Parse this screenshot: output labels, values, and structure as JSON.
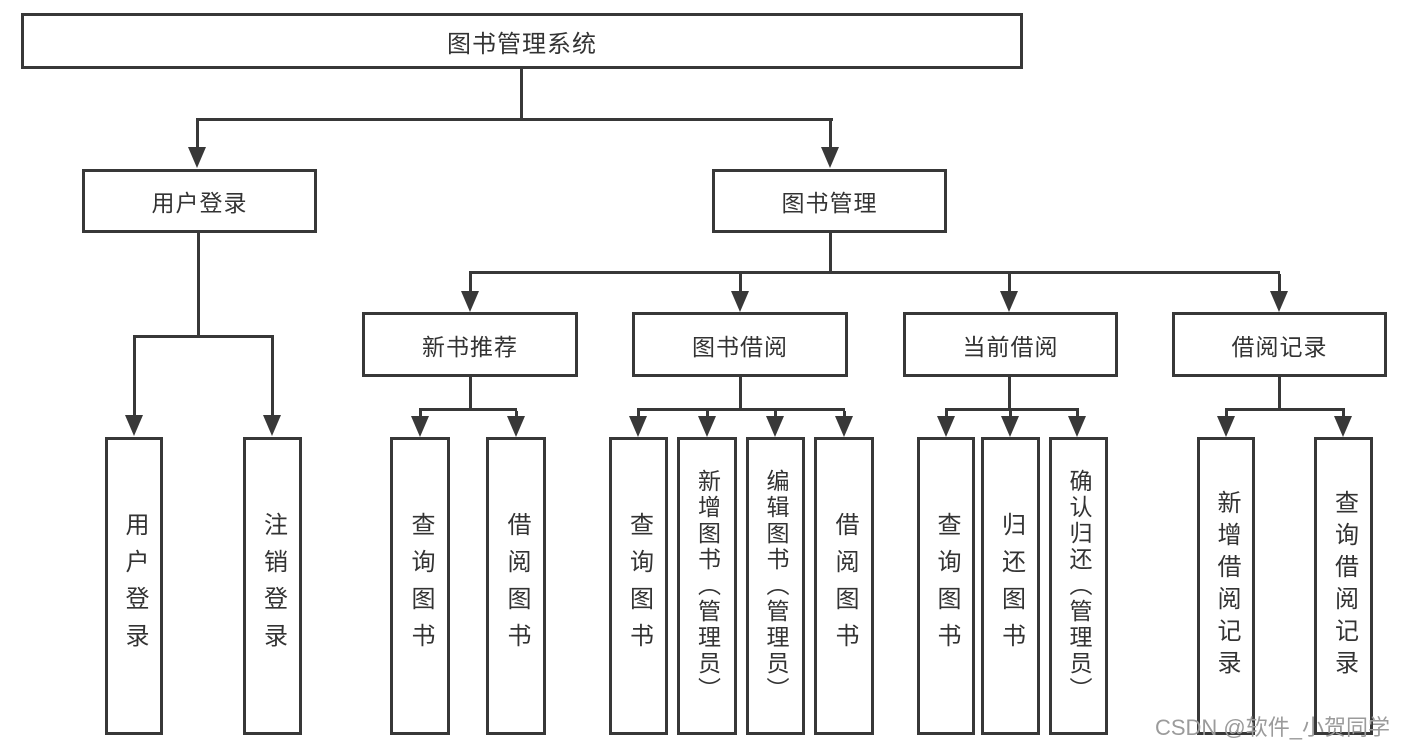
{
  "diagram": {
    "root": "图书管理系统",
    "level2": {
      "user_login": "用户登录",
      "book_mgmt": "图书管理"
    },
    "level3": {
      "new_book": "新书推荐",
      "book_borrow": "图书借阅",
      "current_borrow": "当前借阅",
      "borrow_record": "借阅记录"
    },
    "leaves": {
      "user_login": [
        "用户登录",
        "注销登录"
      ],
      "new_book": [
        "查询图书",
        "借阅图书"
      ],
      "book_borrow": [
        "查询图书",
        "新增图书（管理员）",
        "编辑图书（管理员）",
        "借阅图书"
      ],
      "current_borrow": [
        "查询图书",
        "归还图书",
        "确认归还（管理员）"
      ],
      "borrow_record": [
        "新增借阅记录",
        "查询借阅记录"
      ]
    },
    "colors": {
      "line": "#383838",
      "text": "#333333",
      "watermark": "#9b9b9b",
      "background": "#ffffff"
    }
  },
  "watermark": "CSDN @软件_小贺同学"
}
